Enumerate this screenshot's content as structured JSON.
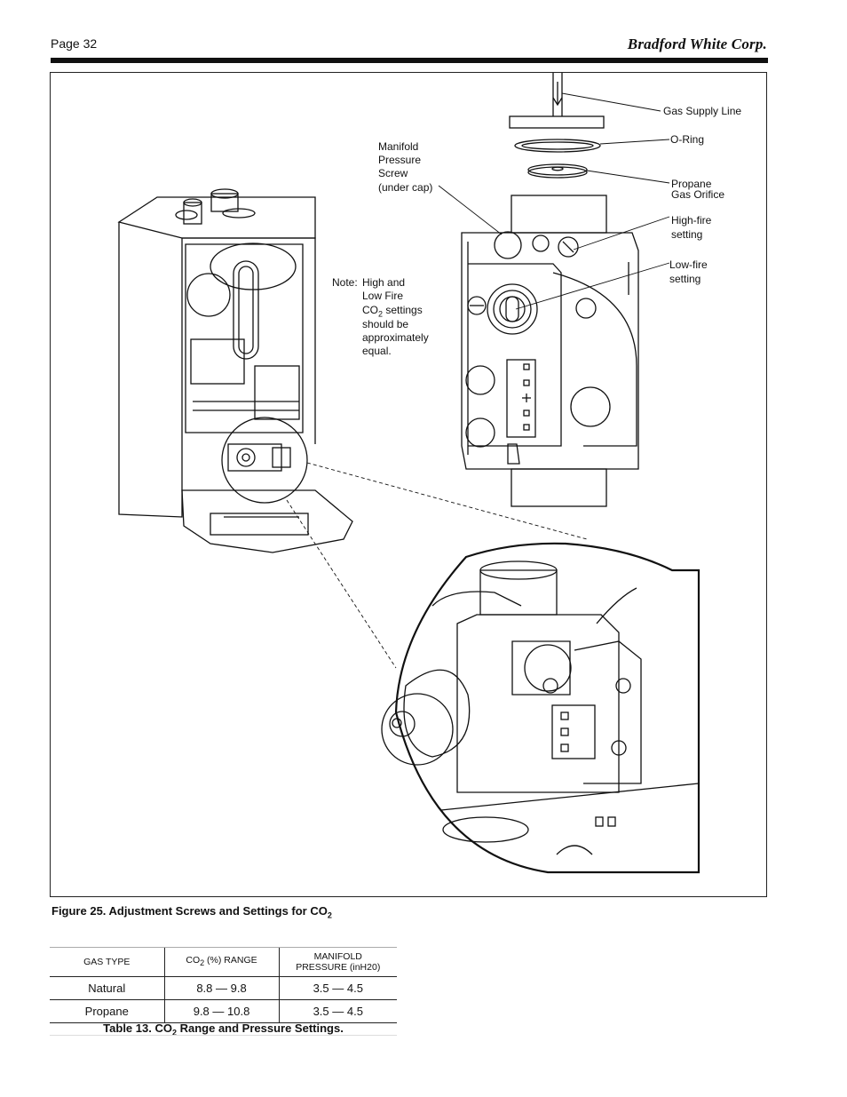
{
  "header": {
    "page_label": "Page 32",
    "brand": "Bradford White Corp."
  },
  "figure": {
    "callouts": {
      "gas_supply_line": "Gas Supply Line",
      "o_ring": "O-Ring",
      "propane_orifice_line1": "Propane",
      "propane_orifice_line2": "Gas Orifice",
      "manifold_line1": "Manifold",
      "manifold_line2": "Pressure",
      "manifold_line3": "Screw",
      "manifold_line4": "(under cap)",
      "high_fire_line1": "High-fire",
      "high_fire_line2": "setting",
      "low_fire_line1": "Low-fire",
      "low_fire_line2": "setting"
    },
    "note": {
      "line1_prefix": "Note:",
      "line1": "High and",
      "line2": "Low Fire",
      "line3_co": "CO",
      "line3_sub": "2",
      "line3_rest": " settings",
      "line4": "should be",
      "line5": "approximately",
      "line6": "equal."
    },
    "caption_text": "Figure 25. Adjustment Screws and Settings for CO",
    "caption_sub": "2"
  },
  "table": {
    "headers": {
      "gas_type": "GAS TYPE",
      "co2_prefix": "CO",
      "co2_sub": "2",
      "co2_suffix": " (%) RANGE",
      "manifold_line1": "MANIFOLD",
      "manifold_line2": "PRESSURE (inH20)"
    },
    "rows": [
      {
        "gas_type": "Natural",
        "co2_range": "8.8 — 9.8",
        "pressure": "3.5 — 4.5"
      },
      {
        "gas_type": "Propane",
        "co2_range": "9.8 — 10.8",
        "pressure": "3.5 — 4.5"
      }
    ],
    "caption_text": "Table 13. CO",
    "caption_sub": "2",
    "caption_rest": " Range and Pressure Settings."
  }
}
